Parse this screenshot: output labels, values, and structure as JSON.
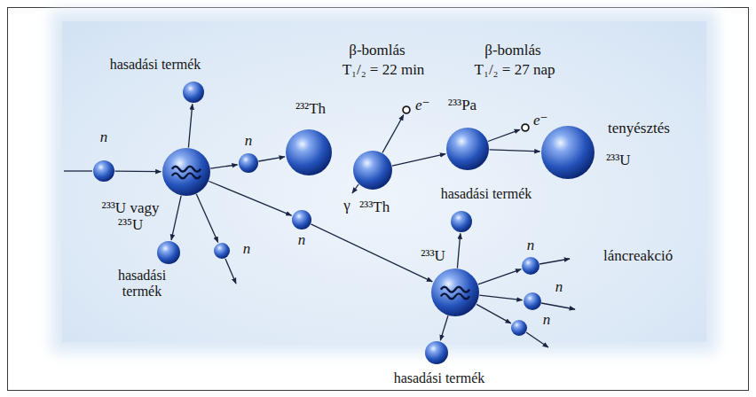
{
  "diagram": {
    "nodes": [
      {
        "text": [
          "n"
        ]
      },
      {
        "text": [
          "²³³U vagy ²³⁵U"
        ]
      },
      {
        "text": [
          "hasadási termék"
        ]
      },
      {
        "text": [
          "hasadási termék"
        ]
      },
      {
        "text": [
          "n"
        ]
      },
      {
        "text": [
          "n"
        ]
      },
      {
        "text": [
          "²³²Th"
        ]
      },
      {
        "text": [
          "²³³Th"
        ]
      },
      {
        "text": [
          "e⁻"
        ]
      },
      {
        "text": [
          "²³³Pa"
        ]
      },
      {
        "text": [
          "e⁻"
        ]
      },
      {
        "text": [
          "²³³U"
        ]
      },
      {
        "text": [
          "n"
        ]
      },
      {
        "text": [
          "²³³U"
        ]
      },
      {
        "text": [
          "hasadási termék"
        ]
      },
      {
        "text": [
          "hasadási termék"
        ]
      },
      {
        "text": [
          "n"
        ]
      },
      {
        "text": [
          "n"
        ]
      },
      {
        "text": [
          "n"
        ]
      }
    ],
    "edges": [
      {
        "from": 0,
        "to": 1,
        "arrow": "to"
      },
      {
        "from": 1,
        "to": 2,
        "arrow": "to"
      },
      {
        "from": 1,
        "to": 3,
        "arrow": "to"
      },
      {
        "from": 1,
        "to": 4,
        "arrow": "to"
      },
      {
        "from": 1,
        "to": 5,
        "arrow": "to"
      },
      {
        "from": 1,
        "to": 12,
        "arrow": "to"
      },
      {
        "from": 5,
        "to": 6,
        "arrow": "to"
      },
      {
        "from": 7,
        "to": 8,
        "arrow": "to"
      },
      {
        "from": 7,
        "to": 9,
        "arrow": "to"
      },
      {
        "from": 9,
        "to": 10,
        "arrow": "to"
      },
      {
        "from": 9,
        "to": 11,
        "arrow": "to"
      },
      {
        "from": 12,
        "to": 13,
        "arrow": "to"
      },
      {
        "from": 13,
        "to": 14,
        "arrow": "to"
      },
      {
        "from": 13,
        "to": 15,
        "arrow": "to"
      },
      {
        "from": 13,
        "to": 16,
        "arrow": "to"
      },
      {
        "from": 13,
        "to": 17,
        "arrow": "to"
      },
      {
        "from": 13,
        "to": 18,
        "arrow": "to"
      }
    ],
    "labels": [
      "β-bomlás",
      "T₁/₂ = 22 min",
      "β-bomlás",
      "T₁/₂ = 27 nap",
      "tenyésztés",
      "láncreakció",
      "γ"
    ]
  }
}
